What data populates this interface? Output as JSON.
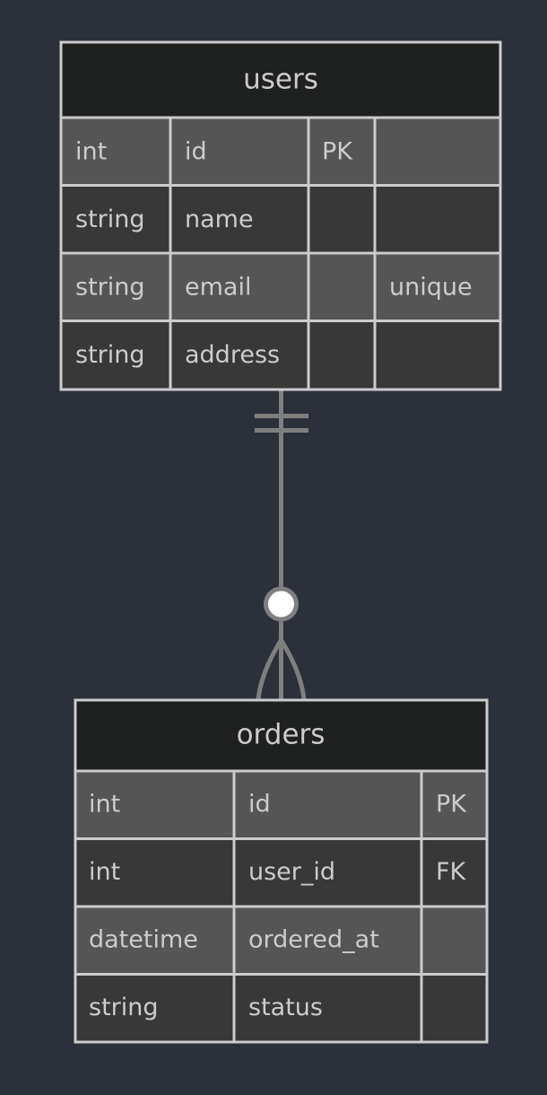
{
  "diagram": {
    "type": "er-diagram",
    "background_color": "#2b303b",
    "entities": [
      {
        "name": "users",
        "header_bg": "#1f2020",
        "title_color": "#cccccc",
        "border_color": "#cccccc",
        "columns": 4,
        "attributes": [
          {
            "type": "int",
            "name": "id",
            "key": "PK",
            "comment": ""
          },
          {
            "type": "string",
            "name": "name",
            "key": "",
            "comment": ""
          },
          {
            "type": "string",
            "name": "email",
            "key": "",
            "comment": "unique"
          },
          {
            "type": "string",
            "name": "address",
            "key": "",
            "comment": ""
          }
        ]
      },
      {
        "name": "orders",
        "header_bg": "#1f2020",
        "title_color": "#cccccc",
        "border_color": "#cccccc",
        "columns": 3,
        "attributes": [
          {
            "type": "int",
            "name": "id",
            "key": "PK"
          },
          {
            "type": "int",
            "name": "user_id",
            "key": "FK"
          },
          {
            "type": "datetime",
            "name": "ordered_at",
            "key": ""
          },
          {
            "type": "string",
            "name": "status",
            "key": ""
          }
        ]
      }
    ],
    "relationship": {
      "from": "users",
      "to": "orders",
      "from_cardinality": "exactly-one",
      "to_cardinality": "zero-or-many",
      "label": "",
      "line_color": "#7f7f7f",
      "marker_fill": "#ffffff"
    }
  }
}
